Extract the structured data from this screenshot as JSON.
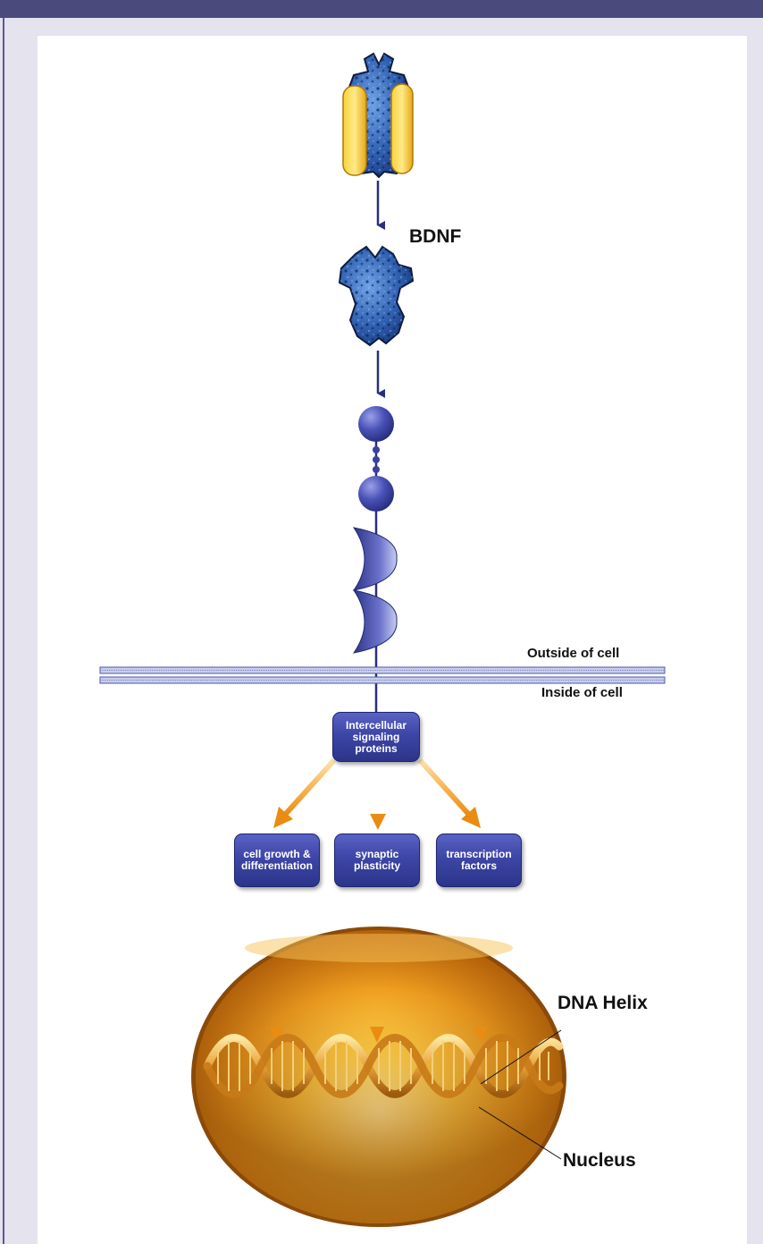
{
  "labels": {
    "bdnf": "BDNF",
    "outside_cell": "Outside of cell",
    "inside_cell": "Inside of cell",
    "dna_helix": "DNA Helix",
    "nucleus": "Nucleus"
  },
  "boxes": {
    "signaling": "Intercellular\nsignaling\nproteins",
    "growth": "cell growth &\ndifferentiation",
    "synaptic": "synaptic\nplasticity",
    "transcription": "transcription\nfactors"
  },
  "colors": {
    "receptor_blue": "#2f5fb0",
    "box_blue": "#3d46a6",
    "arrow_orange": "#f29a1e",
    "membrane": "#4a5aa8",
    "nucleus_orange": "#f0a020"
  }
}
